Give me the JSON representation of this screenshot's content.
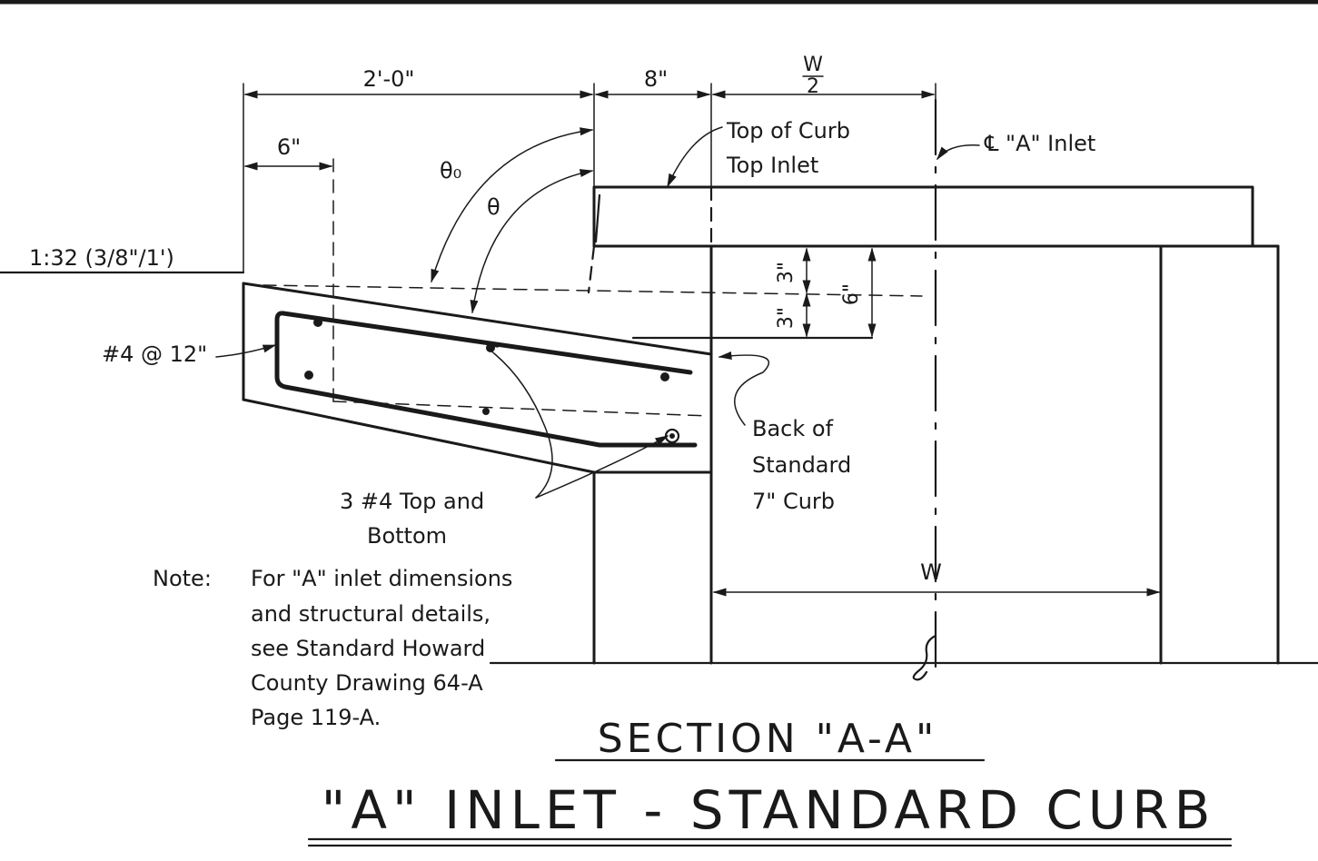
{
  "dimensions": {
    "top_width": "2'-0\"",
    "curb_width": "8\"",
    "half_width_num": "W",
    "half_width_den": "2",
    "offset": "6\"",
    "depth_top": "3\"",
    "depth_bottom": "3\"",
    "depth_total": "6\"",
    "inlet_width": "W"
  },
  "slope": "1:32 (3/8\"/1')",
  "angles": {
    "theta0": "θ₀",
    "theta": "θ"
  },
  "callouts": {
    "top_of_curb_line1": "Top of Curb",
    "top_of_curb_line2": "Top Inlet",
    "centerline": "℄ \"A\" Inlet",
    "rebar": "#4 @ 12\"",
    "back_of_curb_line1": "Back of",
    "back_of_curb_line2": "Standard",
    "back_of_curb_line3": "7\" Curb",
    "bars_line1": "3 #4 Top and",
    "bars_line2": "Bottom"
  },
  "note": {
    "label": "Note:",
    "line1": "For \"A\" inlet dimensions",
    "line2": "and structural details,",
    "line3": "see Standard Howard",
    "line4": "County Drawing 64-A",
    "line5": "Page 119-A."
  },
  "titles": {
    "section": "SECTION \"A-A\"",
    "main": "\"A\" INLET - STANDARD CURB"
  }
}
